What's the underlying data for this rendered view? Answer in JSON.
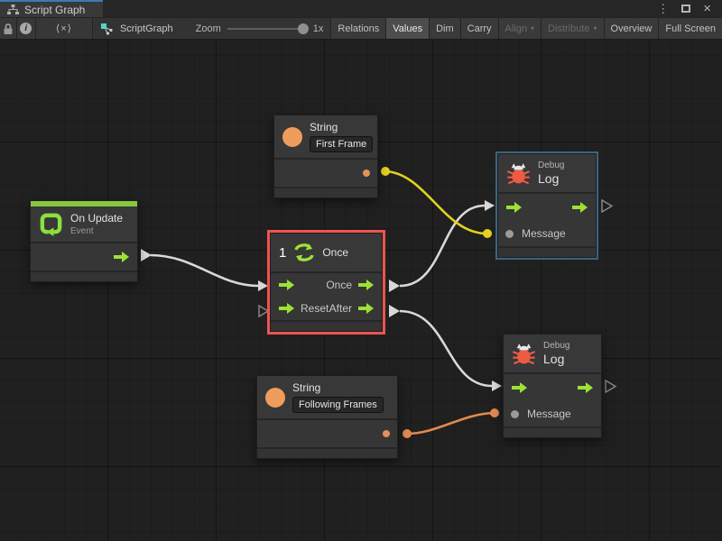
{
  "window": {
    "tab_title": "Script Graph",
    "controls": {
      "menu_glyph": "⋮",
      "close_glyph": "×"
    }
  },
  "toolbar": {
    "code_glyph": "⟨×⟩",
    "graph_name": "ScriptGraph",
    "zoom_label": "Zoom",
    "zoom_value": "1x",
    "dropdown_glyph": "▾",
    "buttons": [
      {
        "label": "Relations",
        "active": false,
        "enabled": true
      },
      {
        "label": "Values",
        "active": true,
        "enabled": true
      },
      {
        "label": "Dim",
        "active": false,
        "enabled": true
      },
      {
        "label": "Carry",
        "active": false,
        "enabled": true
      },
      {
        "label": "Align",
        "active": false,
        "enabled": false,
        "dropdown": true
      },
      {
        "label": "Distribute",
        "active": false,
        "enabled": false,
        "dropdown": true
      },
      {
        "label": "Overview",
        "active": false,
        "enabled": true
      },
      {
        "label": "Full Screen",
        "active": false,
        "enabled": true
      }
    ]
  },
  "graph": {
    "on_update": {
      "title": "On Update",
      "subtitle": "Event"
    },
    "string_first": {
      "title": "String",
      "value": "First Frame"
    },
    "once": {
      "count": "1",
      "title": "Once",
      "out_once": "Once",
      "in_reset": "Reset",
      "out_after": "After",
      "selected": true
    },
    "debug_log_top": {
      "group": "Debug",
      "title": "Log",
      "message_label": "Message",
      "highlighted": true
    },
    "string_following": {
      "title": "String",
      "value": "Following Frames"
    },
    "debug_log_bottom": {
      "group": "Debug",
      "title": "Log",
      "message_label": "Message"
    },
    "wires": [
      {
        "name": "on-update-to-once",
        "color": "white"
      },
      {
        "name": "once-once-to-debug-log-top",
        "color": "white"
      },
      {
        "name": "once-after-to-debug-log-bottom",
        "color": "white"
      },
      {
        "name": "string-first-to-debug-top-message",
        "color": "yellow"
      },
      {
        "name": "string-following-to-debug-bottom-message",
        "color": "orange"
      }
    ]
  },
  "colors": {
    "flow_green": "#9ce234",
    "event_green": "#87c73e",
    "string_orange": "#f09c5c",
    "bug_orange": "#ed5b43",
    "wire_yellow": "#e3d21f",
    "wire_orange": "#e08a50",
    "wire_white": "#d8d8d8",
    "selection_red": "#ee5350",
    "selection_blue": "#39657f",
    "tab_accent_blue": "#3e78b8"
  }
}
